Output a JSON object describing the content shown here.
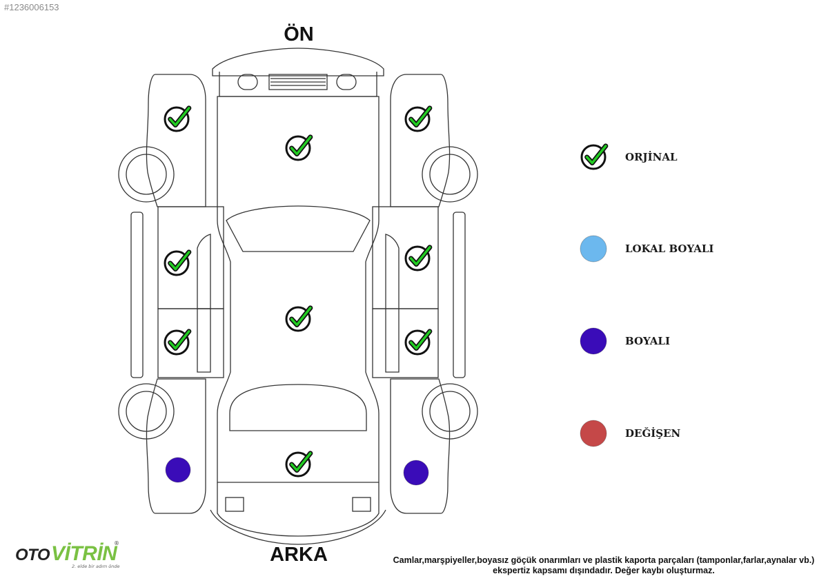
{
  "listing_id": "#1236006153",
  "labels": {
    "front": "ÖN",
    "rear": "ARKA"
  },
  "legend": [
    {
      "label": "ORJİNAL",
      "status": "original",
      "icon": "check-circle-icon"
    },
    {
      "label": "LOKAL BOYALI",
      "status": "local-painted",
      "color": "#6cb8ee"
    },
    {
      "label": "BOYALI",
      "status": "painted",
      "color": "#3a0cb8"
    },
    {
      "label": "DEĞİŞEN",
      "status": "replaced",
      "color": "#c54848"
    }
  ],
  "status_colors": {
    "original_check": "#22cc22",
    "local-painted": "#6cb8ee",
    "painted": "#3a0cb8",
    "replaced": "#c54848"
  },
  "parts": [
    {
      "part": "front-left-fender",
      "status": "original"
    },
    {
      "part": "front-right-fender",
      "status": "original"
    },
    {
      "part": "hood",
      "status": "original"
    },
    {
      "part": "front-left-door",
      "status": "original"
    },
    {
      "part": "front-right-door",
      "status": "original"
    },
    {
      "part": "roof",
      "status": "original"
    },
    {
      "part": "rear-left-door",
      "status": "original"
    },
    {
      "part": "rear-right-door",
      "status": "original"
    },
    {
      "part": "trunk",
      "status": "original"
    },
    {
      "part": "rear-left-fender",
      "status": "painted"
    },
    {
      "part": "rear-right-fender",
      "status": "painted"
    }
  ],
  "footer": {
    "line1": "Camlar,marşpiyeller,boyasız göçük onarımları ve plastik kaporta parçaları (tamponlar,farlar,aynalar vb.)",
    "line2": "ekspertiz kapsamı dışındadır. Değer kaybı oluşturmaz."
  },
  "logo": {
    "oto": "OTO",
    "vitrin": "VİTRİN",
    "tagline": "2. elde bir adım önde",
    "reg": "®"
  }
}
